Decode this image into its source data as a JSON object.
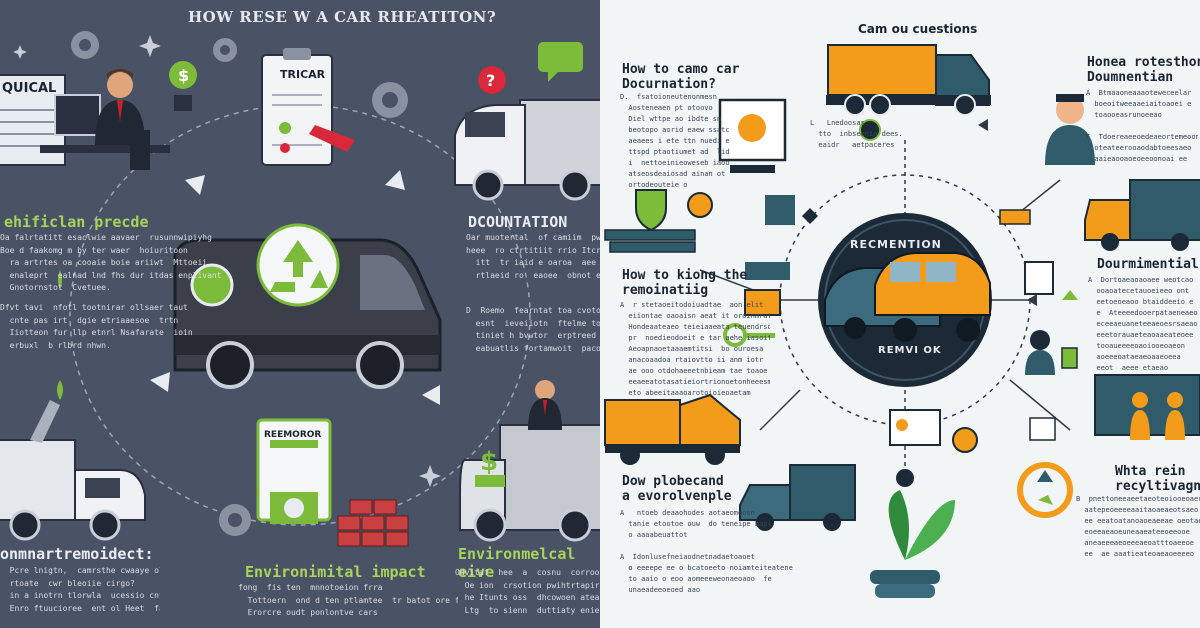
{
  "left_panel": {
    "title": "HOW RESE W A CAR RHEATITON?",
    "doc_label_1": "QUICAL",
    "doc_label_2": "TRICAR",
    "sec1_heading": "ehificlan precde",
    "sec1_body_1": "Oa falrtatitt esaclwie aavaer  rusunnwipiyhg\nBoe d faakomg m by ter waer  hoiuritoon\n  ra artrtes oa cooaie boie ariiwt  Mttoeii\n  enaleprt  ealnad lnd fhs dur itdas enplivant\n  Gnotornstot  Cvetuee.",
    "sec1_body_2": "Dfvt tavi  nfotl tootnirar ollsaer taut\n  cnte pas irt  dgie etriaaesoe  trtn\n  Iiotteon fur llp etnrl Nsafarate  ioin\n  erbuxl  b rlbrd nhwn.",
    "sec2_heading": "DCOUNTATION",
    "sec2_body_1": "Oar muotertal  of camiim  pwnacdih ariilicin\nheee  ro ctrtitiit rrio Itcroitat nt\n  itt  tr iaid e oaroa  aee ino siruvoe inopesan\n  rtlaeid ro  eaoee  obnot eenewa ceie tn.",
    "sec2_body_2": "D  Roemo  fearntat toa cvotor alaiteian\n  esnt  ieveiiotn  ftelme to nsoom eeraut\n  tiniet h bvwtor  erptreed eruibee anivo\n  eabuatlis fortamwoit  pacooiee cnsen.",
    "truck_sign": "REEMOROR",
    "sec3_heading": "onmnartremoidect:",
    "sec3_body": "  Pcre lnigtn,  camrsthe cwaaye ol inntiate\n  rtoate  cwr bleoiie cirgo?\n  in a inotrn tlorwla  ucessio cnt ale crcnerpte\n  Enro ftuucioree  ent ol Heet  fare a boery.",
    "sec4_heading": "Environimital impact",
    "sec4_body": "fong  fis ten  mnnotoeion frra\n  Tottoern  ond d ten ptlamtee  tr batot ore frrg of\n  Erorcre oudt ponlontve cars",
    "sec5_heading": "Environmelcal eive",
    "sec5_body": "Odvitaf  hee  a  cosnu  corroorotiot oie\n  Oe ion  crsotion pwihtrtapirprea  gtn hie\n  he Itunts oss  dhcowoen ateaite aies\n  Ltg  to sienn  duttiaty enieinmotti"
  },
  "right_panel": {
    "title": "Cam ou cuestions",
    "h1": "How to camo car\nDocurnation?",
    "b1": "D.  fsatoioneutenonmesn\n  Aosteneaen pt otoovo\n  Diel wttpe ao ibdte sn\n  beotopo aorid eaew ssatcae\n  aeaees i ete ttn nuedi et\n  ttspd ptaotiumet ad  lid\n  i  nettoeinieoweseb iaoon\n  atseosdeaiosad ainan ot\n  ortodeouteie o",
    "b1_short": "L   Lnedoosas.\n  tto  inbseonia dees.\n  eaidr   aetpaceres",
    "h2": "How to kiong the\nremoinatiig",
    "b2": "A  r stetaoeitodoiuadtae  aon elit\n  eiiontae oaoaisn aeat it oroinmrat\n  Hondeaateaeo teieiaaeata teuendrsd\n  pr  noedieodoeit e tar aehe iasoitoeae\n  Aeoapnaoetaaaemtitsi  bo ouroesa\n  anacoaadoa rtaiovtto ii anm iotr\n  ae ooo otdohaeeetnbieam tae toaoe\n  eeaeeatotasatieiortrionoetonheeesme\n  eto abeeitaaaoarotoioieoaetam",
    "h3": "Dow plobecand\na evorolvenple",
    "b3": "A   ntoeb deaaohodes aotaeomeosn\n  tanie etootoe ouw  do teneipe bapi\n  o aaaabeuattot\n\nA  Idonlusefneiaodnetnadaetoaoet\n  o eeeepe ee o bcatoeeto noiamteiteatene\n  to aaio o eoo aomeeeweonaeoaoo  fe\n  unaeadeeoeoed aao",
    "h4": "Honea rotesthone\nDoumnentian",
    "b4": "A  Btmaaoneaaaoteweceelar\n  boeoitweeaaeiaitoaoei e\n  toaooeasrunoeeao\n\nF  Tdoereaeeoedeaeortemeoon\n  oteateerooaodabtoeesaeo  e\n  aaieaooaoeoeeoonoai ee",
    "h5": "Dourmimential",
    "b5": "A  Dortoaeaoaoaee weotcao\n  ooaoatecetauoeieeo ont\n  eetoeoeaoo btaiddeeio e\n  e  Ateeeedooerpataeneaeoe\n  eceeaeuaneteeaeoesrsaeao\n  eeetorauaeteaoaaeateoee\n  tooaueeeeoaoiooeoaeon\n  aoeeeoataeaeoaaeoeea\n  eeot  aeee etaeao",
    "h6": "Whta rein\nrecyltivagn",
    "b6": "B  pnettoneeaeetaeoteoiooeoaer\n  aatepeoeeeeaaitaoaeaeotsaeo\n  ee eeatoatanoaoeaeeae oeotaeoeee\n  eoeeaeaoeuneaaeateeoeeooe\n  aneaeeeaeoeeeaeoatttoaeeoe\n  ee  ae aaatieateoaeaoeeeeo",
    "center_top": "RECMENTION",
    "center_bottom": "REMVI OK"
  },
  "colors": {
    "left_bg": "#4a5266",
    "right_bg": "#f1f5f6",
    "accent_green": "#7dbb3a",
    "accent_orange": "#f29a1a",
    "accent_teal": "#2f5b6a",
    "dark_navy": "#1b2a36",
    "red": "#d9283a"
  }
}
